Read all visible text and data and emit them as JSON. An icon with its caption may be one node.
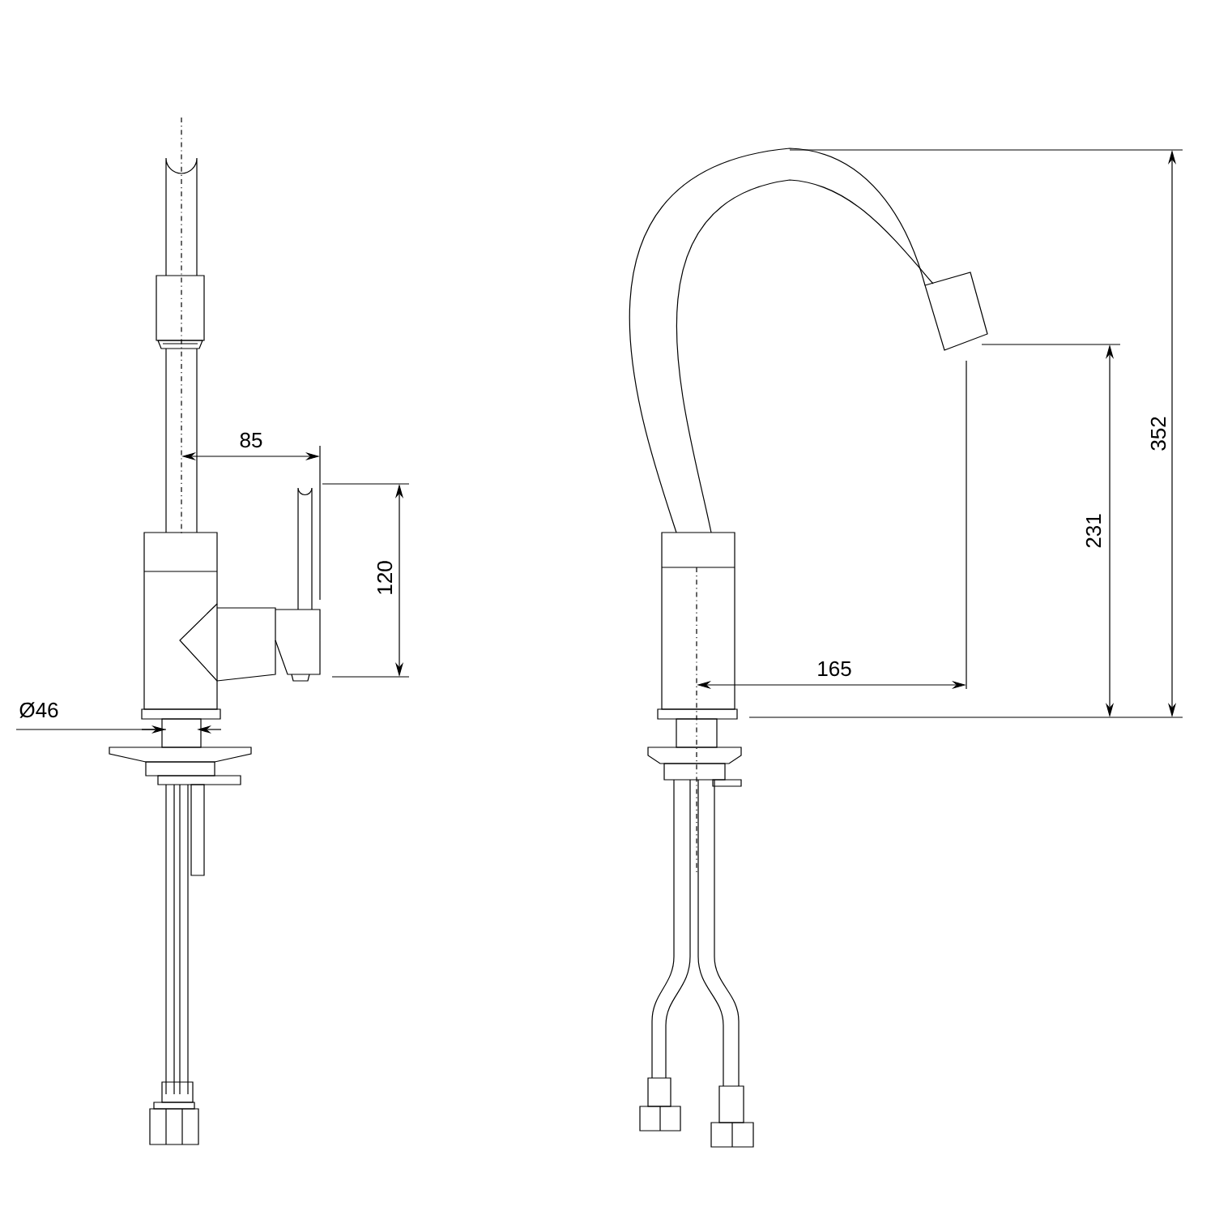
{
  "diagram": {
    "labels": [
      "85",
      "352",
      "120",
      "231",
      "Ø46",
      "165"
    ]
  }
}
